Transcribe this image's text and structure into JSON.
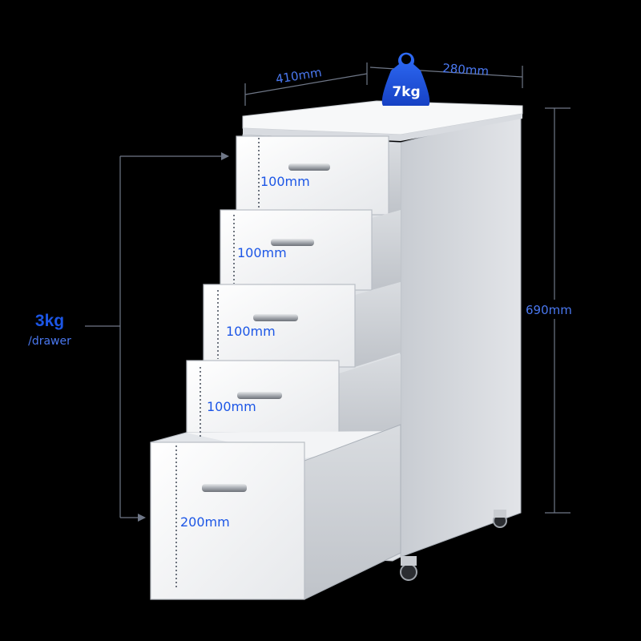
{
  "dimensions": {
    "width": "410mm",
    "depth": "280mm",
    "height": "690mm"
  },
  "weight_badge": {
    "label": "7kg"
  },
  "drawer_load": {
    "value": "3kg",
    "unit": "/drawer"
  },
  "drawers": [
    {
      "height_label": "100mm"
    },
    {
      "height_label": "100mm"
    },
    {
      "height_label": "100mm"
    },
    {
      "height_label": "100mm"
    },
    {
      "height_label": "200mm"
    }
  ],
  "colors": {
    "background": "#000000",
    "accent": "#1c56e6",
    "dimension_text": "#4a78f0",
    "measure_line": "#6f7787",
    "cabinet_face": "#f1f2f4",
    "cabinet_side": "#cfd2d7"
  }
}
